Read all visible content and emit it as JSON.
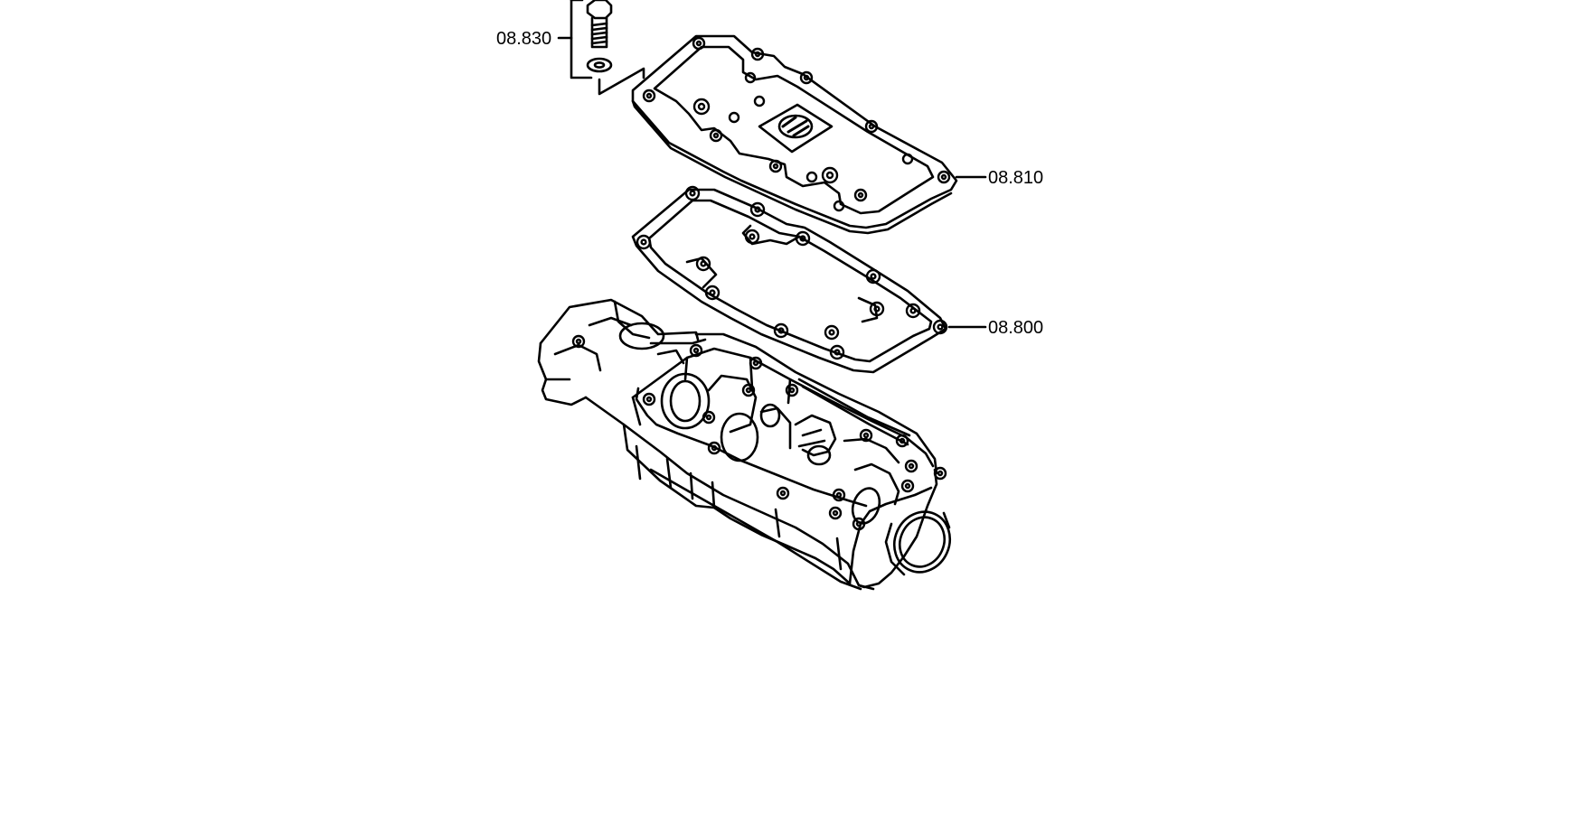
{
  "diagram": {
    "callouts": [
      {
        "id": "bolt-washer",
        "label": "08.830"
      },
      {
        "id": "cover",
        "label": "08.810"
      },
      {
        "id": "gasket",
        "label": "08.800"
      }
    ],
    "colors": {
      "line": "#000000",
      "background": "#ffffff"
    }
  }
}
